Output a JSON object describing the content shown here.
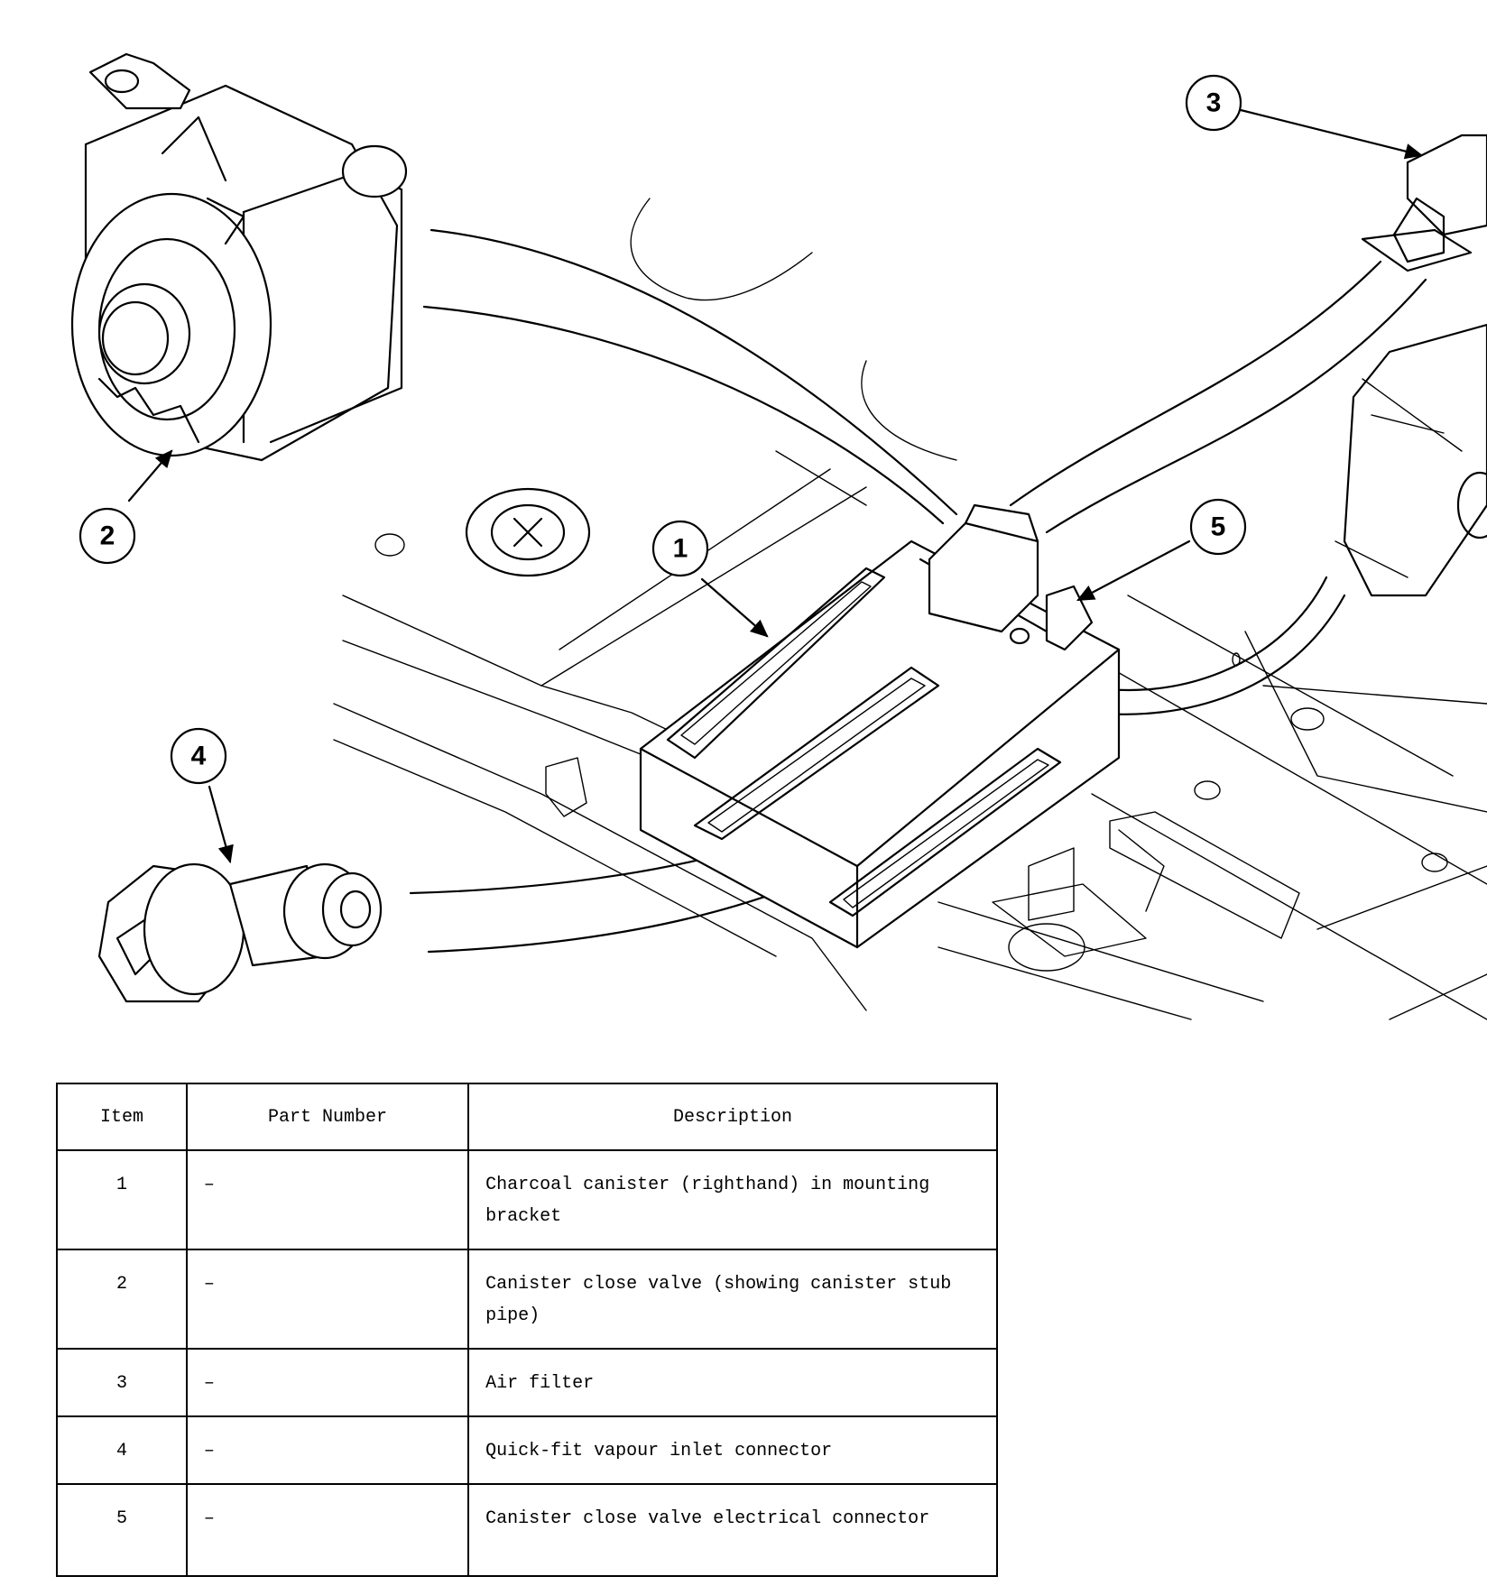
{
  "callouts": [
    "1",
    "2",
    "3",
    "4",
    "5"
  ],
  "table": {
    "headers": {
      "item": "Item",
      "part_number": "Part Number",
      "description": "Description"
    },
    "rows": [
      {
        "item": "1",
        "part_number": "–",
        "description": "Charcoal canister (righthand) in mounting bracket"
      },
      {
        "item": "2",
        "part_number": "–",
        "description": "Canister close valve (showing canister stub pipe)"
      },
      {
        "item": "3",
        "part_number": "–",
        "description": "Air filter"
      },
      {
        "item": "4",
        "part_number": "–",
        "description": "Quick-fit vapour inlet connector"
      },
      {
        "item": "5",
        "part_number": "–",
        "description": "Canister close valve electrical connector"
      }
    ]
  }
}
